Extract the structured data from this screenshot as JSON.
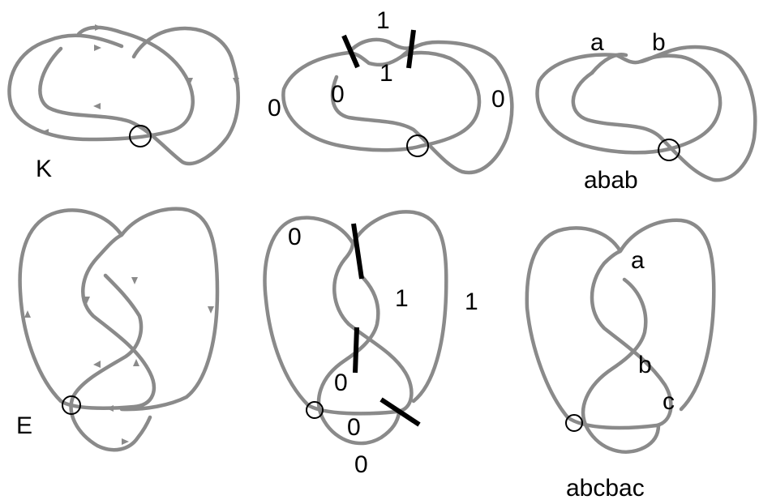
{
  "panels": {
    "k_oriented": {
      "name": "K"
    },
    "k_colored": {
      "labels": [
        "1",
        "1",
        "0",
        "0",
        "0"
      ]
    },
    "k_gauss": {
      "crossing_a": "a",
      "crossing_b": "b",
      "word": "abab"
    },
    "e_oriented": {
      "name": "E"
    },
    "e_colored": {
      "labels": [
        "0",
        "1",
        "1",
        "0",
        "0",
        "0"
      ]
    },
    "e_gauss": {
      "crossing_a": "a",
      "crossing_b": "b",
      "crossing_c": "c",
      "word": "abcbac"
    }
  },
  "colors": {
    "strand": "#8a8a8a",
    "marker": "#000000",
    "background": "#ffffff"
  }
}
